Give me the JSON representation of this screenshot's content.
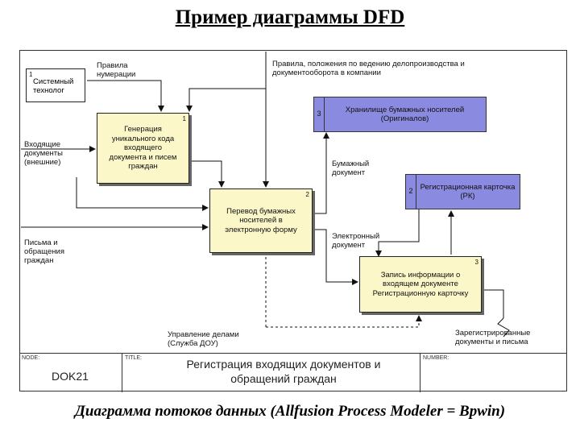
{
  "page_title": "Пример диаграммы DFD",
  "caption": "Диаграмма потоков данных (Allfusion Process Modeler = Bpwin)",
  "diagram": {
    "external_entity": {
      "num": "1",
      "text": "Системный технолог"
    },
    "processes": [
      {
        "num": "1",
        "text": "Генерация уникального кода входящего документа и писем граждан"
      },
      {
        "num": "2",
        "text": "Перевод бумажных носителей в электронную форму"
      },
      {
        "num": "3",
        "text": "Запись информации о входящем документе Регистрационную карточку"
      }
    ],
    "stores": [
      {
        "num": "3",
        "text": "Хранилище бумажных носителей (Оригиналов)"
      },
      {
        "num": "2",
        "text": "Регистрационная карточка (РК)"
      }
    ],
    "flows": {
      "numbering_rules": "Правила нумерации",
      "regulations": "Правила, положения по ведению делопроизводства и документооборота в компании",
      "incoming_docs": "Входящие документы (внешние)",
      "letters": "Письма и обращения граждан",
      "paper_doc": "Бумажный документ",
      "electronic_doc": "Электронный документ",
      "management": "Управление делами (Служба ДОУ)",
      "registered": "Зарегистрированные документы и письма"
    },
    "footer": {
      "node_tag": "NODE:",
      "node_value": "DOK21",
      "title_tag": "TITLE:",
      "title_value": "Регистрация входящих документов и обращений граждан",
      "number_tag": "NUMBER:"
    }
  }
}
